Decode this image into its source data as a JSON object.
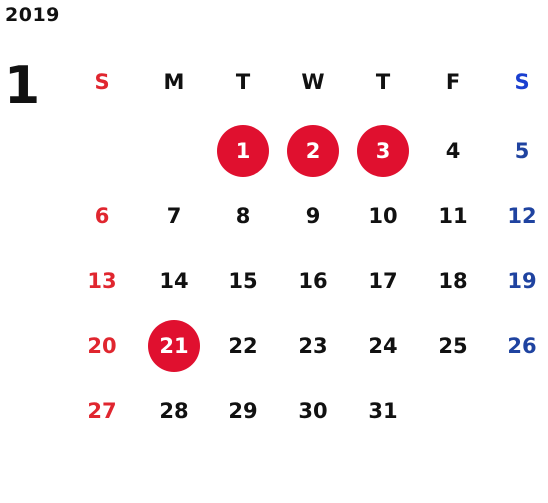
{
  "year": "2019",
  "month": "1",
  "weekdays": [
    "S",
    "M",
    "T",
    "W",
    "T",
    "F",
    "S"
  ],
  "weeks": [
    [
      "",
      "",
      "1",
      "2",
      "3",
      "4",
      "5"
    ],
    [
      "6",
      "7",
      "8",
      "9",
      "10",
      "11",
      "12"
    ],
    [
      "13",
      "14",
      "15",
      "16",
      "17",
      "18",
      "19"
    ],
    [
      "20",
      "21",
      "22",
      "23",
      "24",
      "25",
      "26"
    ],
    [
      "27",
      "28",
      "29",
      "30",
      "31",
      "",
      ""
    ]
  ],
  "highlighted_days": [
    "1",
    "2",
    "3",
    "21"
  ],
  "colors": {
    "text": "#111111",
    "sunday": "#e0262f",
    "saturday_header": "#1a3fd0",
    "saturday": "#1f43a0",
    "highlight_fill": "#e0102f",
    "highlight_text": "#ffffff"
  }
}
